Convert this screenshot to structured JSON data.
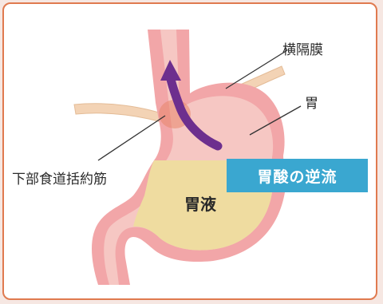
{
  "labels": {
    "diaphragm": "横隔膜",
    "stomach": "胃",
    "sphincter": "下部食道括約筋",
    "gastric_juice": "胃液",
    "reflux": "胃酸の逆流"
  },
  "colors": {
    "frame_border": "#e07a4f",
    "stomach_wall": "#f2a6a8",
    "stomach_inner": "#f6c7c3",
    "gastric_juice": "#efdca0",
    "diaphragm": "#f3d3b5",
    "arrow": "#6d2f8e",
    "reflux_box": "#3aa7d0"
  }
}
